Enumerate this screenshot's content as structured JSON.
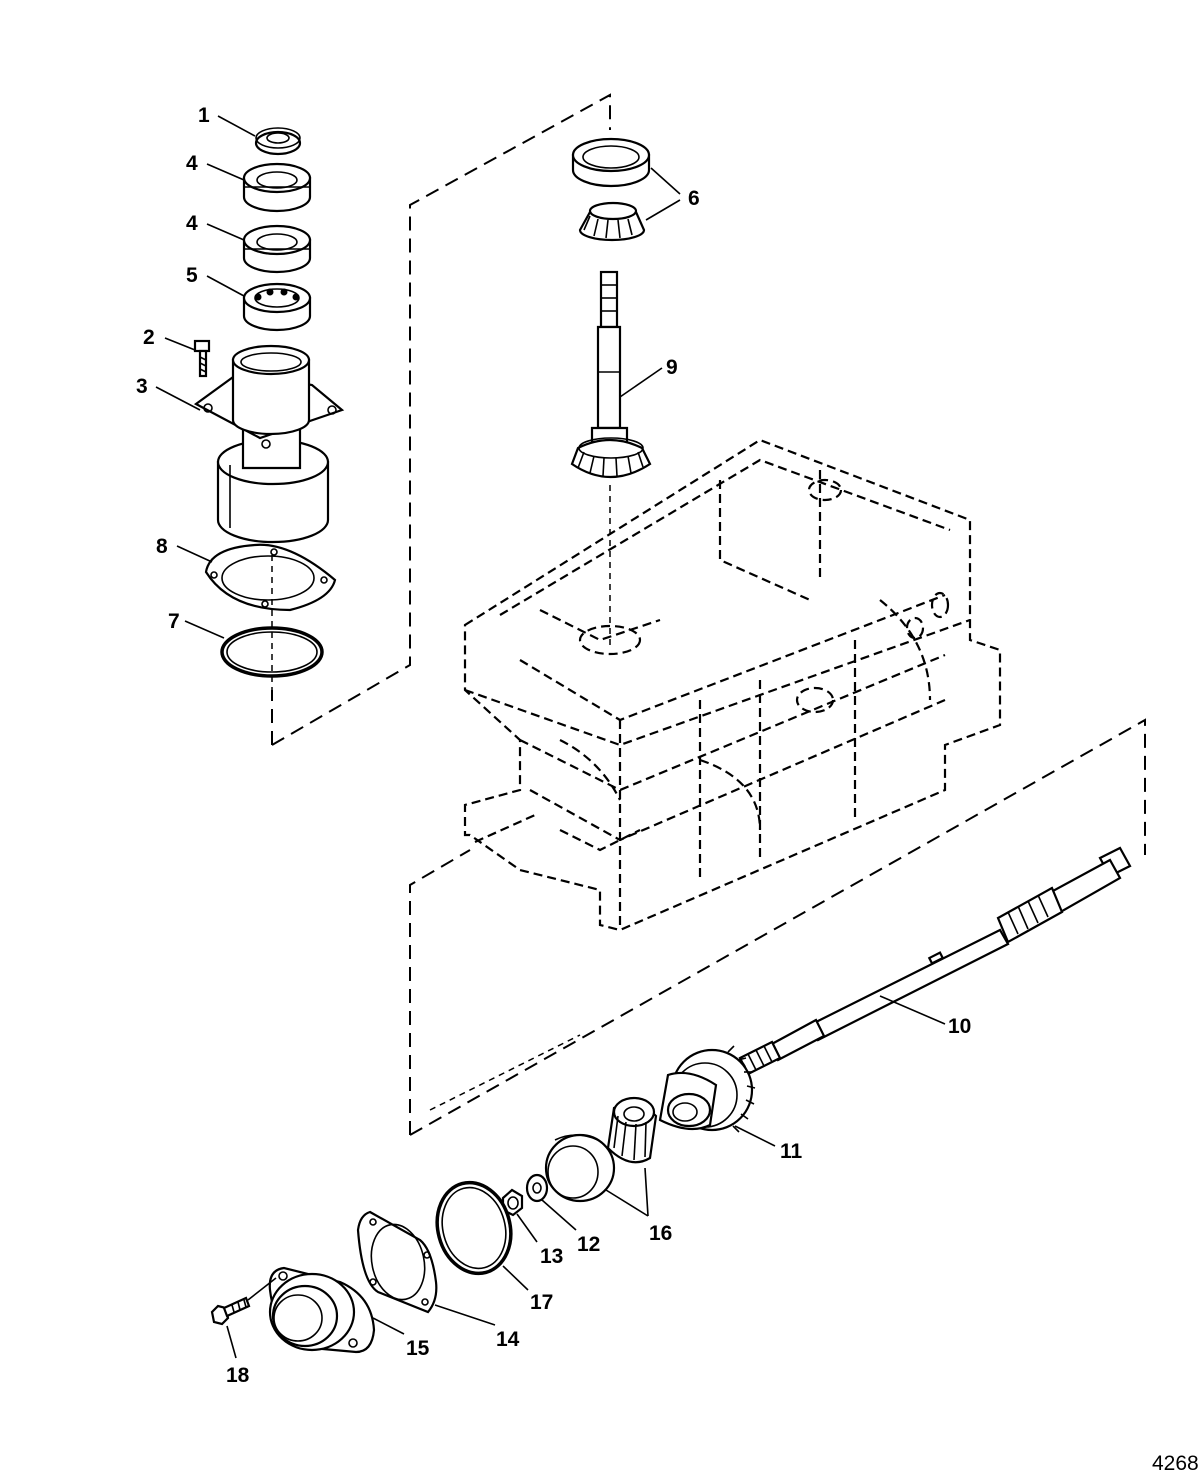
{
  "diagram": {
    "figure_number": "4268",
    "callouts": [
      {
        "id": "c1",
        "label": "1"
      },
      {
        "id": "c4a",
        "label": "4"
      },
      {
        "id": "c4b",
        "label": "4"
      },
      {
        "id": "c5",
        "label": "5"
      },
      {
        "id": "c2",
        "label": "2"
      },
      {
        "id": "c3",
        "label": "3"
      },
      {
        "id": "c8",
        "label": "8"
      },
      {
        "id": "c7",
        "label": "7"
      },
      {
        "id": "c6",
        "label": "6"
      },
      {
        "id": "c9",
        "label": "9"
      },
      {
        "id": "c10",
        "label": "10"
      },
      {
        "id": "c11",
        "label": "11"
      },
      {
        "id": "c16",
        "label": "16"
      },
      {
        "id": "c12",
        "label": "12"
      },
      {
        "id": "c13",
        "label": "13"
      },
      {
        "id": "c17",
        "label": "17"
      },
      {
        "id": "c14",
        "label": "14"
      },
      {
        "id": "c15",
        "label": "15"
      },
      {
        "id": "c18",
        "label": "18"
      }
    ]
  }
}
